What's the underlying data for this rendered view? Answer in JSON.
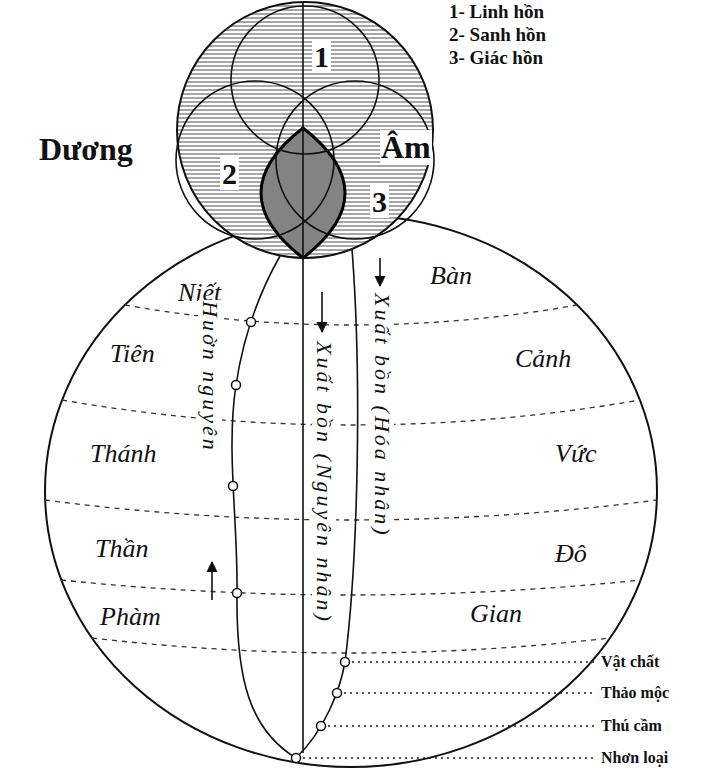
{
  "diagram": {
    "nodes": [
      {
        "text": [
          "1"
        ]
      },
      {
        "text": [
          "2"
        ]
      },
      {
        "text": [
          "3"
        ]
      },
      {
        "text": [
          "Niết",
          "Bàn"
        ]
      },
      {
        "text": [
          "Tiên",
          "Cảnh"
        ]
      },
      {
        "text": [
          "Thánh",
          "Vức"
        ]
      },
      {
        "text": [
          "Thần",
          "Đô"
        ]
      },
      {
        "text": [
          "Phàm",
          "Gian"
        ]
      }
    ],
    "labels": [
      "Dương",
      "Âm",
      "1- Linh hồn",
      "2- Sanh hồn",
      "3- Giác hồn",
      "Huờn nguyên",
      "Xuất bồn (Nguyên nhân)",
      "Xuất bồn (Hóa nhân)",
      "Vật chất",
      "Thảo mộc",
      "Thú cầm",
      "Nhơn loại"
    ]
  }
}
